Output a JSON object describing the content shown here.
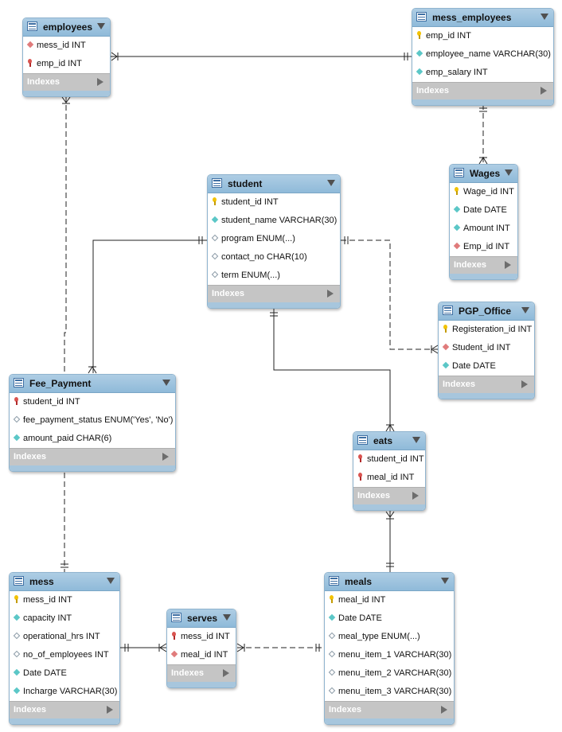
{
  "indexes_label": "Indexes",
  "colors": {
    "header": "#9cc2df",
    "indexes_bar": "#c5c5c5",
    "line": "#222222",
    "primary_key": "#f2c200",
    "foreign_key": "#e07b7b",
    "not_null": "#5bc7c7"
  },
  "tables": {
    "employees": {
      "name": "employees",
      "columns": [
        {
          "text": "mess_id INT",
          "key": "fk"
        },
        {
          "text": "emp_id INT",
          "key": "pfk"
        }
      ]
    },
    "mess_employees": {
      "name": "mess_employees",
      "columns": [
        {
          "text": "emp_id INT",
          "key": "pk"
        },
        {
          "text": "employee_name VARCHAR(30)",
          "key": "nn"
        },
        {
          "text": "emp_salary INT",
          "key": "nn"
        }
      ]
    },
    "wages": {
      "name": "Wages",
      "columns": [
        {
          "text": "Wage_id INT",
          "key": "pk"
        },
        {
          "text": "Date DATE",
          "key": "nn"
        },
        {
          "text": "Amount INT",
          "key": "nn"
        },
        {
          "text": "Emp_id INT",
          "key": "fk"
        }
      ]
    },
    "student": {
      "name": "student",
      "columns": [
        {
          "text": "student_id INT",
          "key": "pk"
        },
        {
          "text": "student_name VARCHAR(30)",
          "key": "nn"
        },
        {
          "text": "program ENUM(...)",
          "key": "nul"
        },
        {
          "text": "contact_no CHAR(10)",
          "key": "nul"
        },
        {
          "text": "term ENUM(...)",
          "key": "nul"
        }
      ]
    },
    "pgp_office": {
      "name": "PGP_Office",
      "columns": [
        {
          "text": "Registeration_id INT",
          "key": "pk"
        },
        {
          "text": "Student_id INT",
          "key": "fk"
        },
        {
          "text": "Date DATE",
          "key": "nn"
        }
      ]
    },
    "fee_payment": {
      "name": "Fee_Payment",
      "columns": [
        {
          "text": "student_id INT",
          "key": "pfk"
        },
        {
          "text": "fee_payment_status ENUM('Yes', 'No')",
          "key": "nul"
        },
        {
          "text": "amount_paid CHAR(6)",
          "key": "nn"
        }
      ]
    },
    "eats": {
      "name": "eats",
      "columns": [
        {
          "text": "student_id INT",
          "key": "pfk"
        },
        {
          "text": "meal_id INT",
          "key": "pfk"
        }
      ]
    },
    "mess": {
      "name": "mess",
      "columns": [
        {
          "text": "mess_id INT",
          "key": "pk"
        },
        {
          "text": "capacity INT",
          "key": "nn"
        },
        {
          "text": "operational_hrs INT",
          "key": "nul"
        },
        {
          "text": "no_of_employees INT",
          "key": "nul"
        },
        {
          "text": "Date DATE",
          "key": "nn"
        },
        {
          "text": "Incharge VARCHAR(30)",
          "key": "nn"
        }
      ]
    },
    "serves": {
      "name": "serves",
      "columns": [
        {
          "text": "mess_id INT",
          "key": "pfk"
        },
        {
          "text": "meal_id INT",
          "key": "fk"
        }
      ]
    },
    "meals": {
      "name": "meals",
      "columns": [
        {
          "text": "meal_id INT",
          "key": "pk"
        },
        {
          "text": "Date DATE",
          "key": "nn"
        },
        {
          "text": "meal_type ENUM(...)",
          "key": "nul"
        },
        {
          "text": "menu_item_1 VARCHAR(30)",
          "key": "nul"
        },
        {
          "text": "menu_item_2 VARCHAR(30)",
          "key": "nul"
        },
        {
          "text": "menu_item_3 VARCHAR(30)",
          "key": "nul"
        }
      ]
    }
  }
}
